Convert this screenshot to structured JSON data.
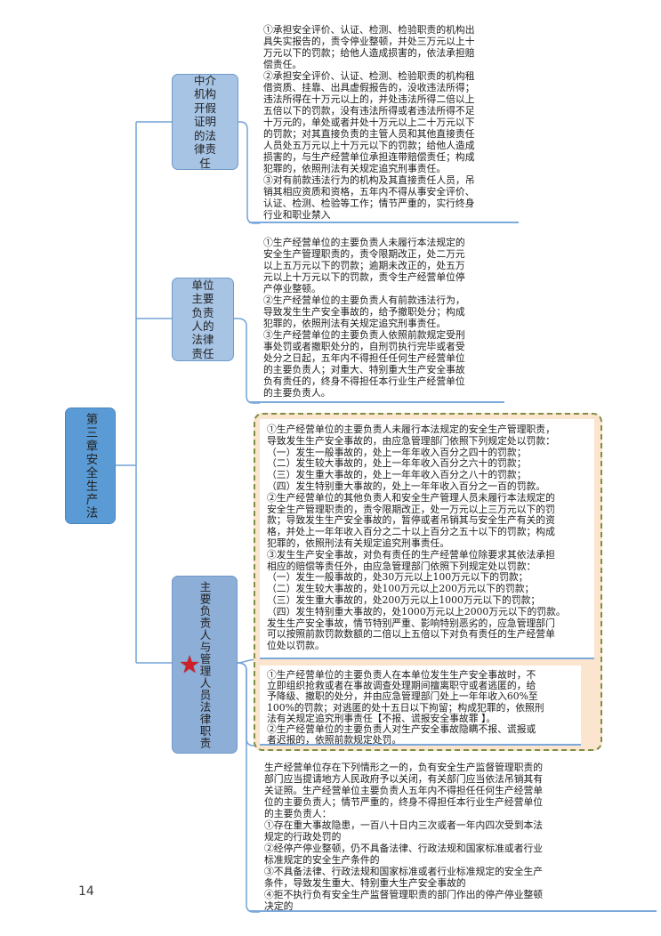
{
  "page_number": "14",
  "icons": {
    "star": "★"
  },
  "root": {
    "label": "第三章安全生产法"
  },
  "branch1": {
    "label": "中介\n机构\n开假\n证明\n的法\n律责\n任",
    "text": "①承担安全评价、认证、检测、检验职责的机构出\n具失实报告的，责令停业整顿，并处三万元以上十\n万元以下的罚款；给他人造成损害的，依法承担赔\n偿责任。\n②承担安全评价、认证、检测、检验职责的机构租\n借资质、挂靠、出具虚假报告的，没收违法所得；\n违法所得在十万元以上的，并处违法所得二倍以上\n五倍以下的罚款，没有违法所得或者违法所得不足\n十万元的，单处或者并处十万元以上二十万元以下\n的罚款；对其直接负责的主管人员和其他直接责任\n人员处五万元以上十万元以下的罚款；给他人造成\n损害的，与生产经营单位承担连带赔偿责任；构成\n犯罪的，依照刑法有关规定追究刑事责任。\n③对有前款违法行为的机构及其直接责任人员，吊\n销其相应资质和资格，五年内不得从事安全评价、\n认证、检测、检验等工作；情节严重的，实行终身\n行业和职业禁入"
  },
  "branch2": {
    "label": "单位\n主要\n负责\n人的\n法律\n责任",
    "text": "①生产经营单位的主要负责人未履行本法规定的\n安全生产管理职责的，责令限期改正，处二万元\n以上五万元以下的罚款；逾期未改正的，处五万\n元以上十万元以下的罚款，责令生产经营单位停\n产停业整顿。\n②生产经营单位的主要负责人有前款违法行为，\n导致发生生产安全事故的，给予撤职处分；构成\n犯罪的，依照刑法有关规定追究刑事责任。\n③生产经营单位的主要负责人依照前款规定受刑\n事处罚或者撤职处分的，自刑罚执行完毕或者受\n处分之日起，五年内不得担任任何生产经营单位\n的主要负责人；对重大、特别重大生产安全事故\n负有责任的，终身不得担任本行业生产经营单位\n的主要负责人。"
  },
  "branch3": {
    "label": "主要负责人与管理人员法律职责",
    "note1": "①生产经营单位的主要负责人未履行本法规定的安全生产管理职责，\n导致发生生产安全事故的，由应急管理部门依照下列规定处以罚款：\n（一）发生一般事故的，处上一年年收入百分之四十的罚款；\n（二）发生较大事故的，处上一年年收入百分之六十的罚款；\n（三）发生重大事故的，处上一年年收入百分之八十的罚款；\n（四）发生特别重大事故的，处上一年年收入百分之一百的罚款。\n②生产经营单位的其他负责人和安全生产管理人员未履行本法规定的\n安全生产管理职责的，责令限期改正，处一万元以上三万元以下的罚\n款；导致发生生产安全事故的，暂停或者吊销其与安全生产有关的资\n格，并处上一年年收入百分之二十以上百分之五十以下的罚款；构成\n犯罪的，依照刑法有关规定追究刑事责任。\n③发生生产安全事故，对负有责任的生产经营单位除要求其依法承担\n相应的赔偿等责任外，由应急管理部门依照下列规定处以罚款：\n（一）发生一般事故的，处30万元以上100万元以下的罚款；\n（二）发生较大事故的，处100万元以上200万元以下的罚款；\n（三）发生重大事故的，处200万元以上1000万元以下的罚款；\n（四）发生特别重大事故的，处1000万元以上2000万元以下的罚款。\n发生生产安全事故，情节特别严重、影响特别恶劣的，应急管理部门\n可以按照前款罚款数额的二倍以上五倍以下对负有责任的生产经营单\n位处以罚款。",
    "note2": "①生产经营单位的主要负责人在本单位发生生产安全事故时，不\n立即组织抢救或者在事故调查处理期间擅离职守或者逃匿的，给\n予降级、撤职的处分，并由应急管理部门处上一年年收入60%至\n100%的罚款；对逃匿的处十五日以下拘留；构成犯罪的，依照刑\n法有关规定追究刑事责任【不报、谎报安全事故罪 】。\n②生产经营单位的主要负责人对生产安全事故隐瞒不报、谎报或\n者迟报的，依照前款规定处罚。",
    "text": "生产经营单位存在下列情形之一的，负有安全生产监督管理职责的\n部门应当提请地方人民政府予以关闭，有关部门应当依法吊销其有\n关证照。生产经营单位主要负责人五年内不得担任任何生产经营单\n位的主要负责人；情节严重的，终身不得担任本行业生产经营单位\n的主要负责人：\n①存在重大事故隐患，一百八十日内三次或者一年内四次受到本法\n规定的行政处罚的\n②经停产停业整顿，仍不具备法律、行政法规和国家标准或者行业\n标准规定的安全生产条件的\n③不具备法律、行政法规和国家标准或者行业标准规定的安全生产\n条件，导致发生重大、特别重大生产安全事故的\n④拒不执行负有安全生产监督管理职责的部门作出的停产停业整顿\n决定的"
  },
  "colors": {
    "root_fill": "#5B9BD5",
    "branch_fill": "#A7C4E5",
    "branch3_fill": "#8CAED7",
    "connector": "#74A2D8",
    "underline": "#7CA9DC",
    "boundary_border": "#7E8F44",
    "boundary_fill": "#FBE5CF",
    "star_red": "#CE2029"
  }
}
